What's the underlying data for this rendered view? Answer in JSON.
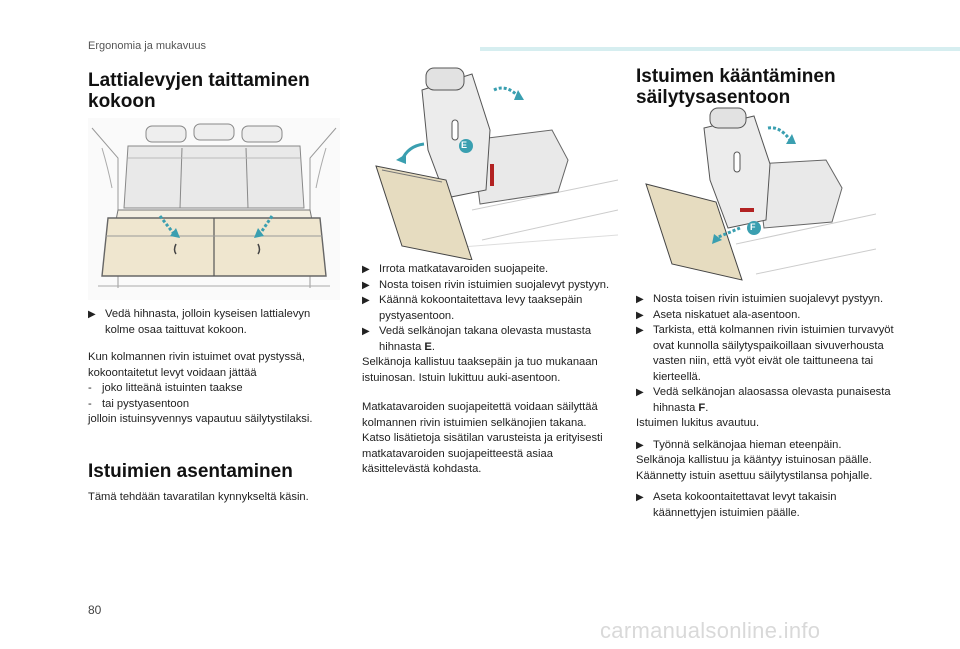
{
  "header": {
    "section": "Ergonomia ja mukavuus"
  },
  "left": {
    "title": "Lattialevyjen taittaminen kokoon",
    "bullet1": "Vedä hihnasta, jolloin kyseisen lattialevyn kolme osaa taittuvat kokoon.",
    "para_intro": "Kun kolmannen rivin istuimet ovat pystyssä, kokoontaitetut levyt voidaan jättää",
    "dash1": "joko litteänä istuinten taakse",
    "dash2": "tai pystyasentoon",
    "para_end": "jolloin istuinsyvennys vapautuu säilytystilaksi.",
    "title2": "Istuimien asentaminen",
    "para2": "Tämä tehdään tavaratilan kynnykseltä käsin."
  },
  "middle": {
    "image_label": "E",
    "b1": "Irrota matkatavaroiden suojapeite.",
    "b2": "Nosta toisen rivin istuimien suojalevyt pystyyn.",
    "b3": "Käännä kokoontaitettava levy taaksepäin pystyasentoon.",
    "b4_text": "Vedä selkänojan takana olevasta mustasta hihnasta",
    "b4_bold": "E",
    "b4_end": ".",
    "p1": "Selkänoja kallistuu taaksepäin ja tuo mukanaan istuinosan. Istuin lukittuu auki-asentoon.",
    "p2": "Matkatavaroiden suojapeitettä voidaan säilyttää kolmannen rivin istuimien selkänojien takana.",
    "p3": "Katso lisätietoja sisätilan varusteista ja erityisesti matkatavaroiden suojapeitteestä asiaa käsittelevästä kohdasta."
  },
  "right": {
    "title": "Istuimen kääntäminen säilytysasentoon",
    "image_label": "F",
    "b1": "Nosta toisen rivin istuimien suojalevyt pystyyn.",
    "b2": "Aseta niskatuet ala-asentoon.",
    "b3": "Tarkista, että kolmannen rivin istuimien turvavyöt ovat kunnolla säilytyspaikoillaan sivuverhousta vasten niin, että vyöt eivät ole taittuneena tai kierteellä.",
    "b4_text": "Vedä selkänojan alaosassa olevasta punaisesta hihnasta",
    "b4_bold": "F",
    "b4_end": ".",
    "p1": "Istuimen lukitus avautuu.",
    "b5": "Työnnä selkänojaa hieman eteenpäin.",
    "p2": "Selkänoja kallistuu ja kääntyy istuinosan päälle. Käännetty istuin asettuu säilytystilansa pohjalle.",
    "b6": "Aseta kokoontaitettavat levyt takaisin käännettyjen istuimien päälle."
  },
  "footer": {
    "page": "80",
    "watermark": "carmanualsonline.info"
  },
  "colors": {
    "accent": "#3a9fb0",
    "rule": "#d6eef0",
    "strap": "#b22222"
  }
}
